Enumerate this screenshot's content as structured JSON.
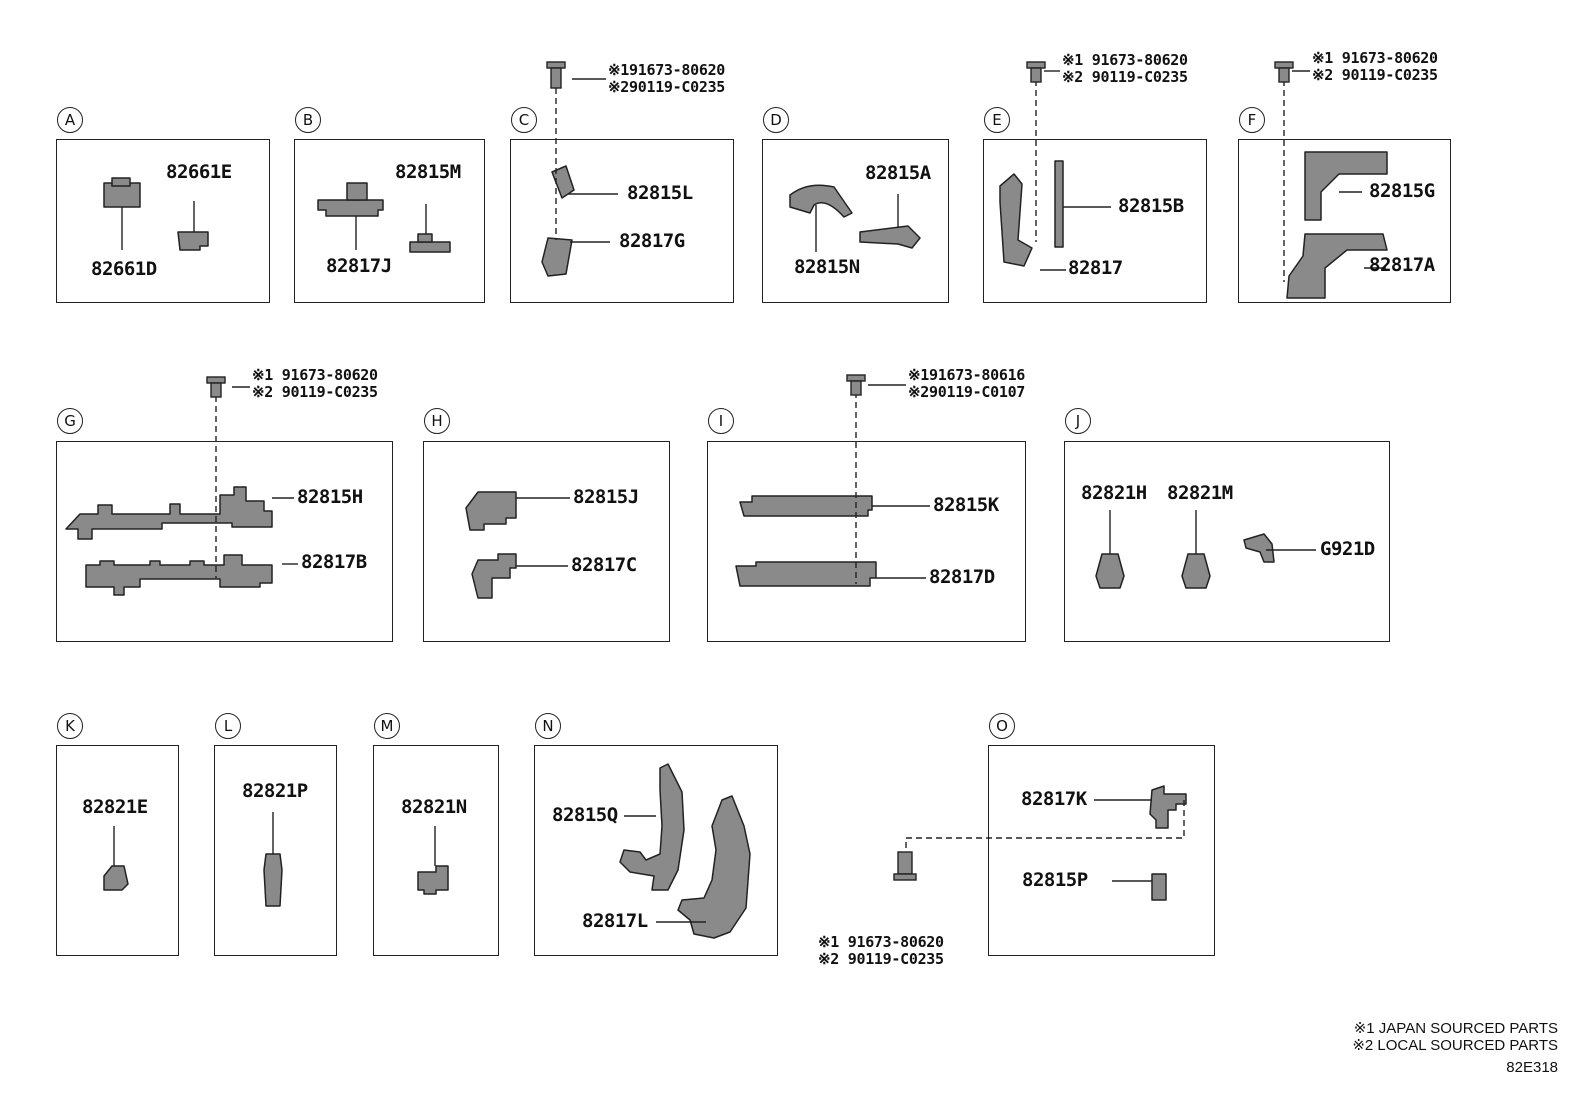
{
  "sections": {
    "A": {
      "letter": "A",
      "parts": [
        "82661E",
        "82661D"
      ]
    },
    "B": {
      "letter": "B",
      "parts": [
        "82815M",
        "82817J"
      ]
    },
    "C": {
      "letter": "C",
      "parts": [
        "82815L",
        "82817G"
      ],
      "bolt": [
        "※191673-80620",
        "※290119-C0235"
      ]
    },
    "D": {
      "letter": "D",
      "parts": [
        "82815A",
        "82815N"
      ]
    },
    "E": {
      "letter": "E",
      "parts": [
        "82815B",
        "82817"
      ],
      "bolt": [
        "※1 91673-80620",
        "※2 90119-C0235"
      ]
    },
    "F": {
      "letter": "F",
      "parts": [
        "82815G",
        "82817A"
      ],
      "bolt": [
        "※1 91673-80620",
        "※2 90119-C0235"
      ]
    },
    "G": {
      "letter": "G",
      "parts": [
        "82815H",
        "82817B"
      ],
      "bolt": [
        "※1 91673-80620",
        "※2 90119-C0235"
      ]
    },
    "H": {
      "letter": "H",
      "parts": [
        "82815J",
        "82817C"
      ]
    },
    "I": {
      "letter": "I",
      "parts": [
        "82815K",
        "82817D"
      ],
      "bolt": [
        "※191673-80616",
        "※290119-C0107"
      ]
    },
    "J": {
      "letter": "J",
      "parts": [
        "82821H",
        "82821M",
        "G921D"
      ]
    },
    "K": {
      "letter": "K",
      "parts": [
        "82821E"
      ]
    },
    "L": {
      "letter": "L",
      "parts": [
        "82821P"
      ]
    },
    "M": {
      "letter": "M",
      "parts": [
        "82821N"
      ]
    },
    "N": {
      "letter": "N",
      "parts": [
        "82815Q",
        "82817L"
      ]
    },
    "O": {
      "letter": "O",
      "parts": [
        "82817K",
        "82815P"
      ],
      "bolt": [
        "※1 91673-80620",
        "※2 90119-C0235"
      ]
    }
  },
  "legend": {
    "line1": "※1 JAPAN SOURCED PARTS",
    "line2": "※2 LOCAL SOURCED PARTS",
    "diagram_code": "82E318"
  },
  "colors": {
    "ink": "#222222",
    "part_fill": "#8a8a8a"
  }
}
